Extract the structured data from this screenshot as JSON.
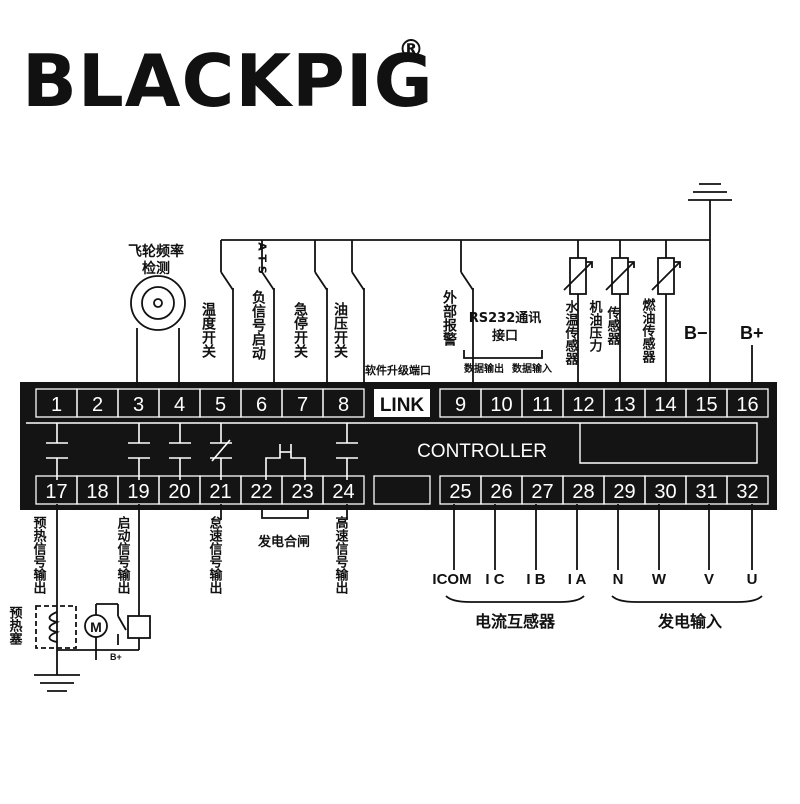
{
  "brand": {
    "name": "BLACKPIG",
    "registered_mark": "®"
  },
  "controller": {
    "label": "CONTROLLER",
    "link_label": "LINK",
    "top_terminals": [
      "1",
      "2",
      "3",
      "4",
      "5",
      "6",
      "7",
      "8",
      "9",
      "10",
      "11",
      "12",
      "13",
      "14",
      "15",
      "16"
    ],
    "bottom_terminals": [
      "17",
      "18",
      "19",
      "20",
      "21",
      "22",
      "23",
      "24",
      "25",
      "26",
      "27",
      "28",
      "29",
      "30",
      "31",
      "32"
    ]
  },
  "labels": {
    "flywheel": "飞轮频率",
    "flywheel_sub": "检测",
    "ats": "A T S",
    "temp_switch": "温度开关",
    "load_signal_start": "负信号启动",
    "estop_switch": "急停开关",
    "oil_pressure_switch": "油压开关",
    "software_upgrade_port": "软件升级端口",
    "external_alarm": "外部报警",
    "rs232_title": "RS232通讯",
    "rs232_sub": "接口",
    "data_output": "数据输出",
    "data_input": "数据输入",
    "water_temp_sensor": "水温传感器",
    "oil_pressure": "机油压力",
    "sensor": "传感器",
    "fuel_sensor": "燃油传感器",
    "b_minus": "B−",
    "b_plus": "B+",
    "preheat_output": "预热信号输出",
    "start_output": "启动信号输出",
    "idle_output": "怠速信号输出",
    "gen_close": "发电合闸",
    "high_speed_output": "高速信号输出",
    "preheat_plug": "预热塞",
    "motor_symbol": "M",
    "b_plus_small": "B+",
    "icom": "ICOM",
    "ic": "I C",
    "ib": "I B",
    "ia": "I A",
    "n": "N",
    "w": "W",
    "v": "V",
    "u": "U",
    "current_transformer": "电流互感器",
    "gen_input": "发电输入"
  }
}
